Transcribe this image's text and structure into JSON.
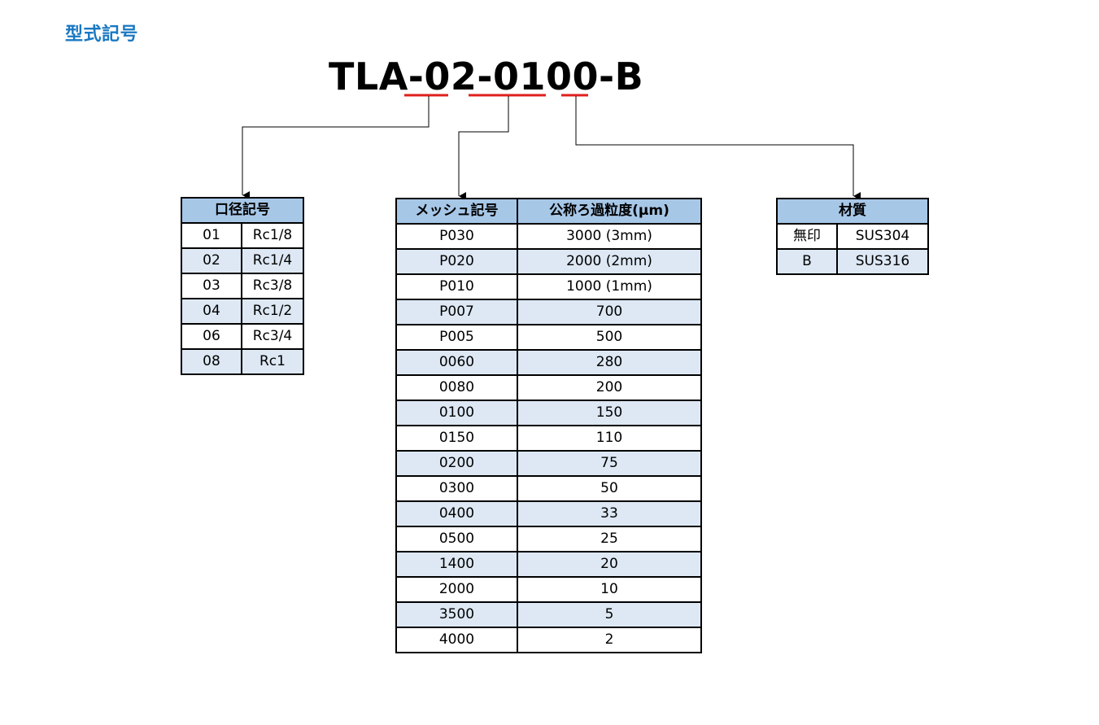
{
  "page_title": "型式記号",
  "model_code": {
    "prefix": "TLA-",
    "size": "02",
    "sep1": "-",
    "mesh": "0100",
    "sep2": "-",
    "material": "B"
  },
  "colors": {
    "title": "#1a78c2",
    "underline": "#e0201c",
    "header_bg": "#a7c7e7",
    "alt_row_bg": "#dde8f4"
  },
  "port_table": {
    "header": "口径記号",
    "rows": [
      [
        "01",
        "Rc1/8"
      ],
      [
        "02",
        "Rc1/4"
      ],
      [
        "03",
        "Rc3/8"
      ],
      [
        "04",
        "Rc1/2"
      ],
      [
        "06",
        "Rc3/4"
      ],
      [
        "08",
        "Rc1"
      ]
    ]
  },
  "mesh_table": {
    "headers": [
      "メッシュ記号",
      "公称ろ過粒度(μm)"
    ],
    "rows": [
      [
        "P030",
        "3000 (3mm)"
      ],
      [
        "P020",
        "2000 (2mm)"
      ],
      [
        "P010",
        "1000 (1mm)"
      ],
      [
        "P007",
        "700"
      ],
      [
        "P005",
        "500"
      ],
      [
        "0060",
        "280"
      ],
      [
        "0080",
        "200"
      ],
      [
        "0100",
        "150"
      ],
      [
        "0150",
        "110"
      ],
      [
        "0200",
        "75"
      ],
      [
        "0300",
        "50"
      ],
      [
        "0400",
        "33"
      ],
      [
        "0500",
        "25"
      ],
      [
        "1400",
        "20"
      ],
      [
        "2000",
        "10"
      ],
      [
        "3500",
        "5"
      ],
      [
        "4000",
        "2"
      ]
    ]
  },
  "material_table": {
    "header": "材質",
    "rows": [
      [
        "無印",
        "SUS304"
      ],
      [
        "B",
        "SUS316"
      ]
    ]
  }
}
